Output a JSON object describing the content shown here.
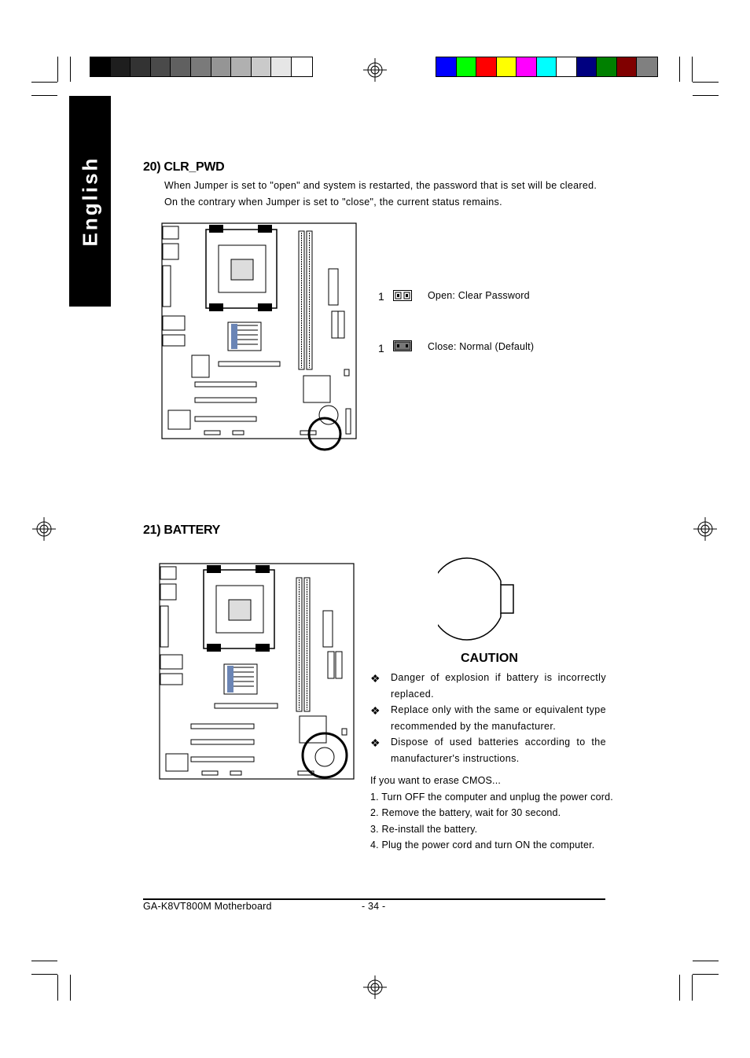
{
  "side_tab": {
    "label": "English"
  },
  "color_bars": {
    "grayscale": [
      "#000000",
      "#1e1e1e",
      "#333333",
      "#4a4a4a",
      "#606060",
      "#7a7a7a",
      "#959595",
      "#b0b0b0",
      "#cacaca",
      "#e6e6e6",
      "#ffffff"
    ],
    "colors": [
      "#0000ff",
      "#00ff00",
      "#ff0000",
      "#ffff00",
      "#ff00ff",
      "#00ffff",
      "#ffffff",
      "#000080",
      "#008000",
      "#800000",
      "#808080"
    ]
  },
  "section1": {
    "heading": "20) CLR_PWD",
    "line1": "When Jumper is set to \"open\" and system is restarted, the password that is set will be cleared.",
    "line2": "On the contrary when Jumper is set to \"close\", the current status remains.",
    "jumper_open": {
      "pin": "1",
      "label": "Open: Clear Password"
    },
    "jumper_close": {
      "pin": "1",
      "label": "Close: Normal (Default)"
    }
  },
  "section2": {
    "heading": "21) BATTERY",
    "caution_title": "CAUTION",
    "caution_items": [
      "Danger of explosion if battery is incorrectly replaced.",
      "Replace only with the same or equivalent type recommended by the manufacturer.",
      "Dispose of used batteries according to the manufacturer's instructions."
    ],
    "erase_intro": "If you want to erase CMOS...",
    "steps": [
      "1. Turn OFF the computer and unplug the power cord.",
      "2. Remove the battery, wait for 30 second.",
      "3. Re-install the battery.",
      "4. Plug the power cord and turn ON the computer."
    ]
  },
  "footer": {
    "model": "GA-K8VT800M Motherboard",
    "page": "- 34 -"
  }
}
